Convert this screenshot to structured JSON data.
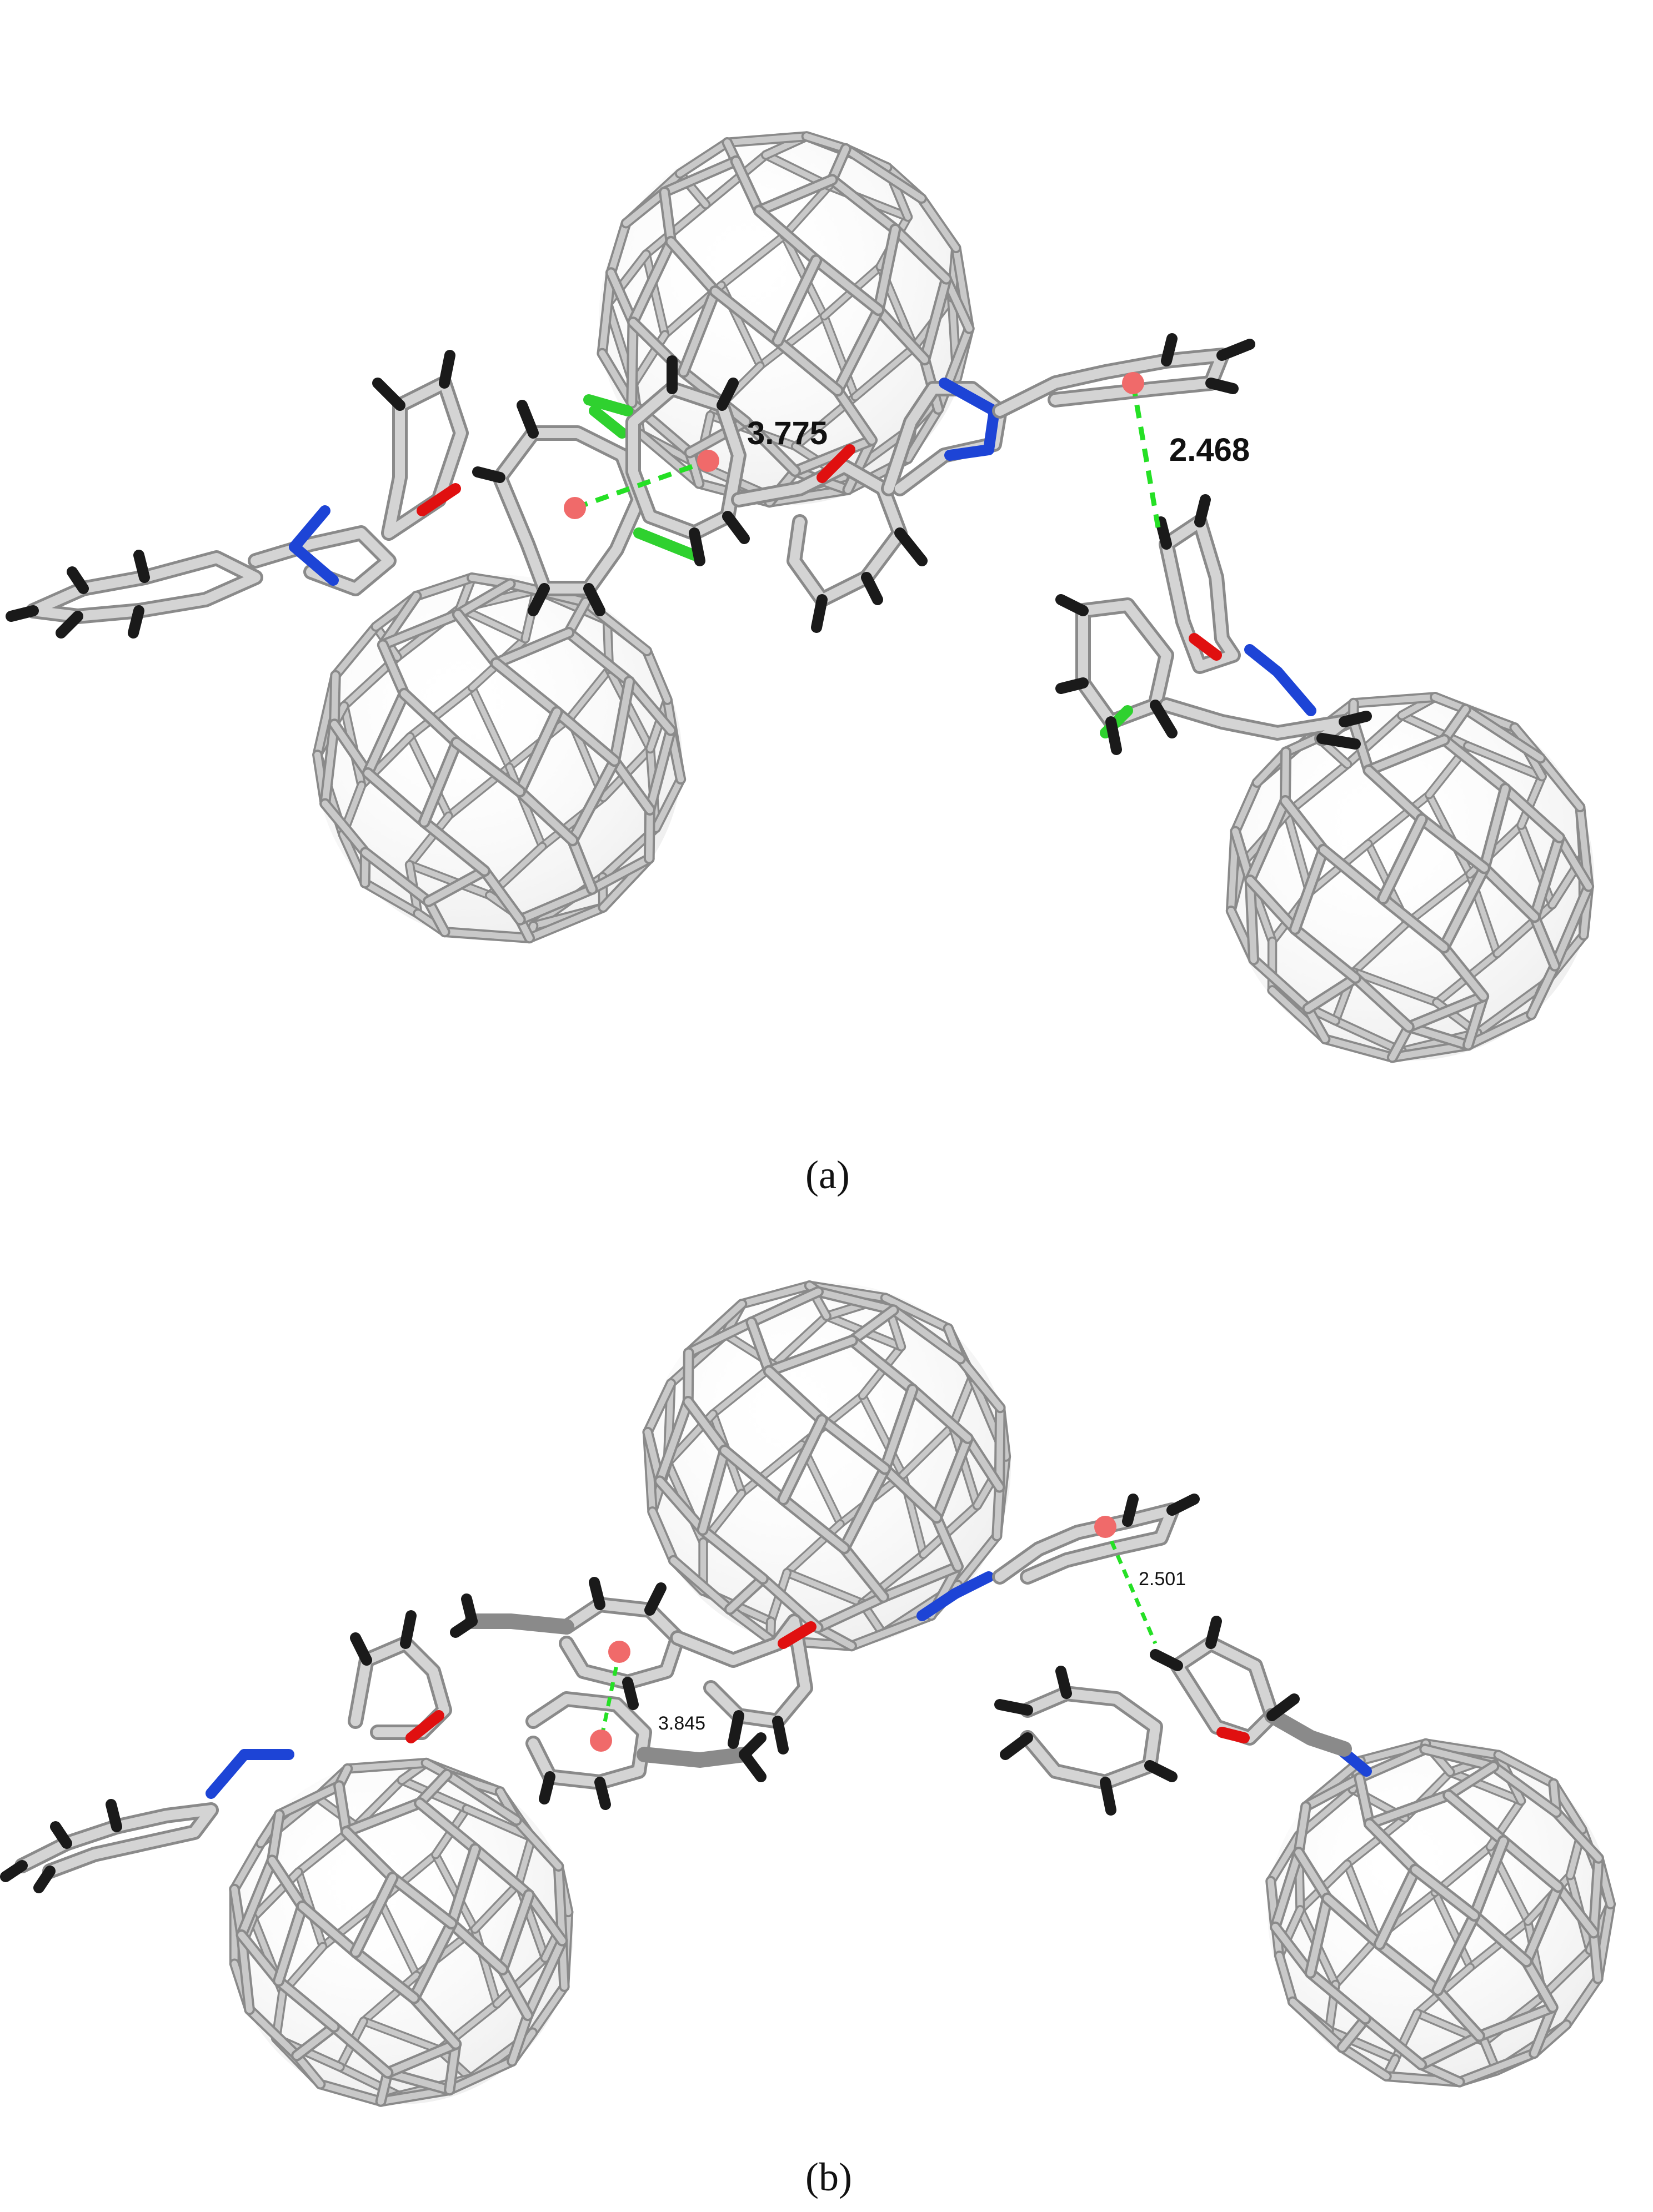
{
  "panels": [
    {
      "id": "a",
      "caption": "(a)",
      "distances": [
        {
          "label": "3.775",
          "kind": "centroid-centroid"
        },
        {
          "label": "2.468",
          "kind": "H-centroid"
        }
      ]
    },
    {
      "id": "b",
      "caption": "(b)",
      "distances": [
        {
          "label": "3.845",
          "kind": "centroid-centroid"
        },
        {
          "label": "2.501",
          "kind": "H-centroid"
        }
      ]
    }
  ],
  "colors": {
    "carbon": "#c9c9c9",
    "carbon_edge": "#8a8a8a",
    "nitrogen": "#1d44d6",
    "oxygen": "#e01010",
    "chlorine": "#2fd12f",
    "hydrogen": "#1a1a1a",
    "contact_line": "#25e025",
    "centroid": "#f06a6a"
  }
}
